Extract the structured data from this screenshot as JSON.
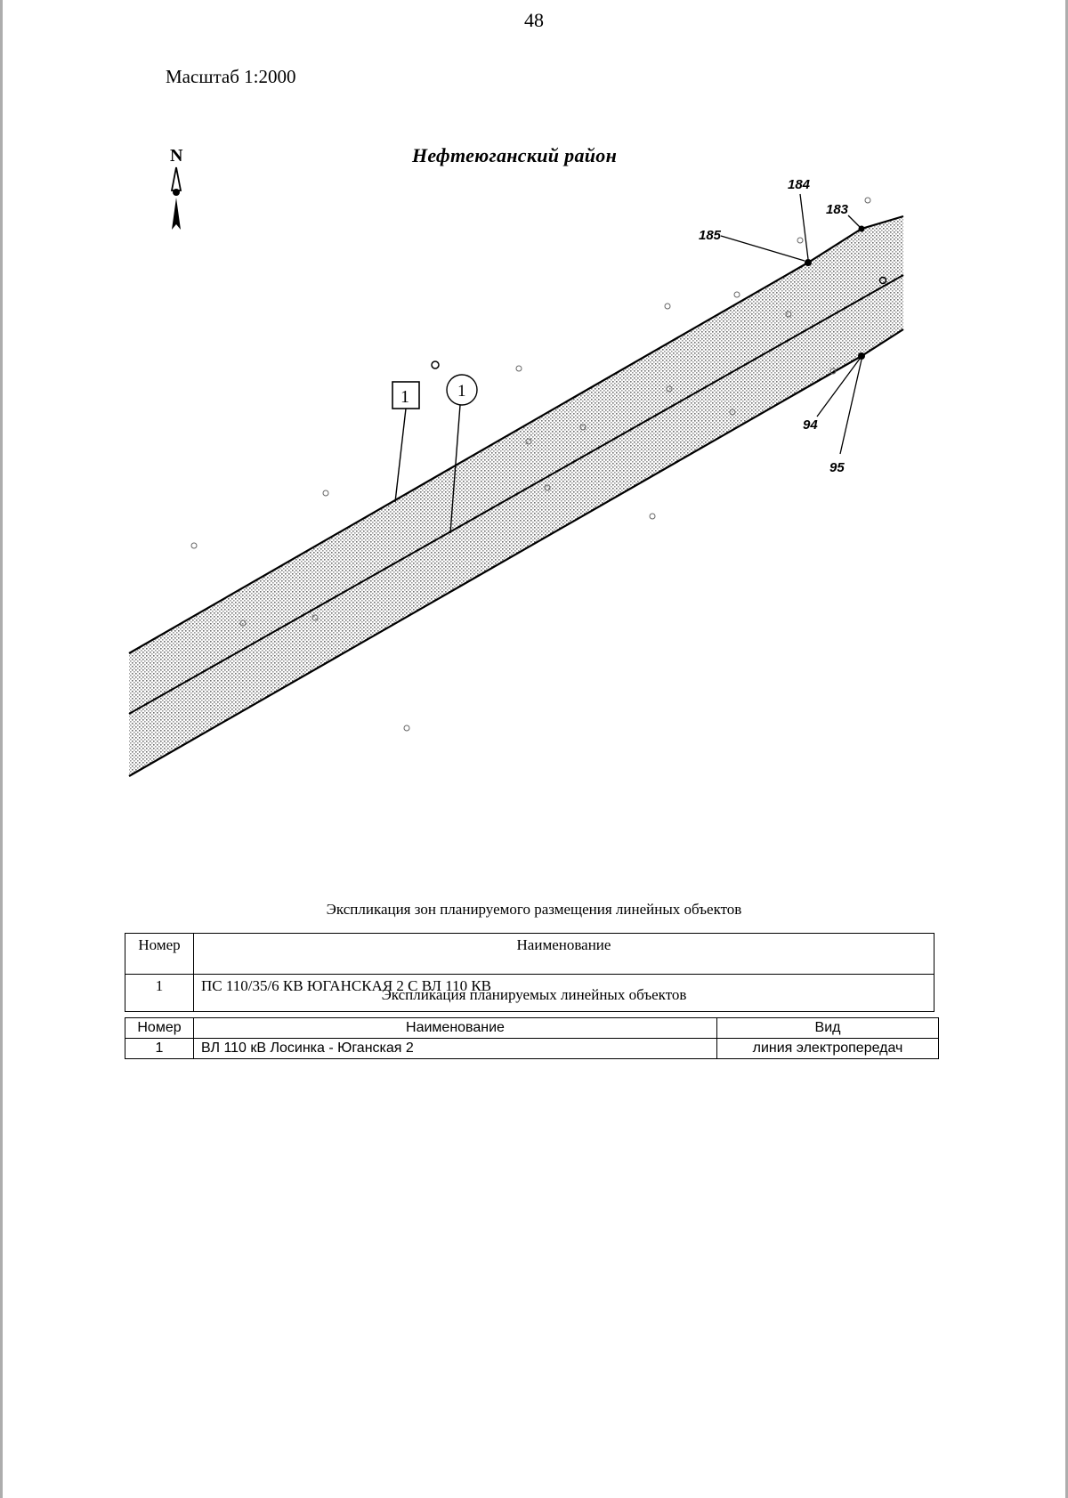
{
  "page_number": "48",
  "scale": "Масштаб 1:2000",
  "district": "Нефтеюганский район",
  "north_letter": "N",
  "map": {
    "zone_callout": "1",
    "object_callout": "1",
    "points": [
      "184",
      "183",
      "185",
      "94",
      "95"
    ],
    "colors": {
      "line": "#000000",
      "zone_fill": "#d9d9d9",
      "background": "#ffffff"
    }
  },
  "zones_table": {
    "caption": "Экспликация зон планируемого размещения линейных объектов",
    "headers": {
      "number": "Номер",
      "name": "Наименование"
    },
    "rows": [
      {
        "number": "1",
        "name": "ПС 110/35/6 КВ ЮГАНСКАЯ 2 С ВЛ 110 КВ"
      }
    ]
  },
  "objects_table": {
    "caption": "Экспликация планируемых линейных объектов",
    "headers": {
      "number": "Номер",
      "name": "Наименование",
      "kind": "Вид"
    },
    "rows": [
      {
        "number": "1",
        "name": "ВЛ 110 кВ Лосинка - Юганская 2",
        "kind": "линия электропередач"
      }
    ]
  }
}
